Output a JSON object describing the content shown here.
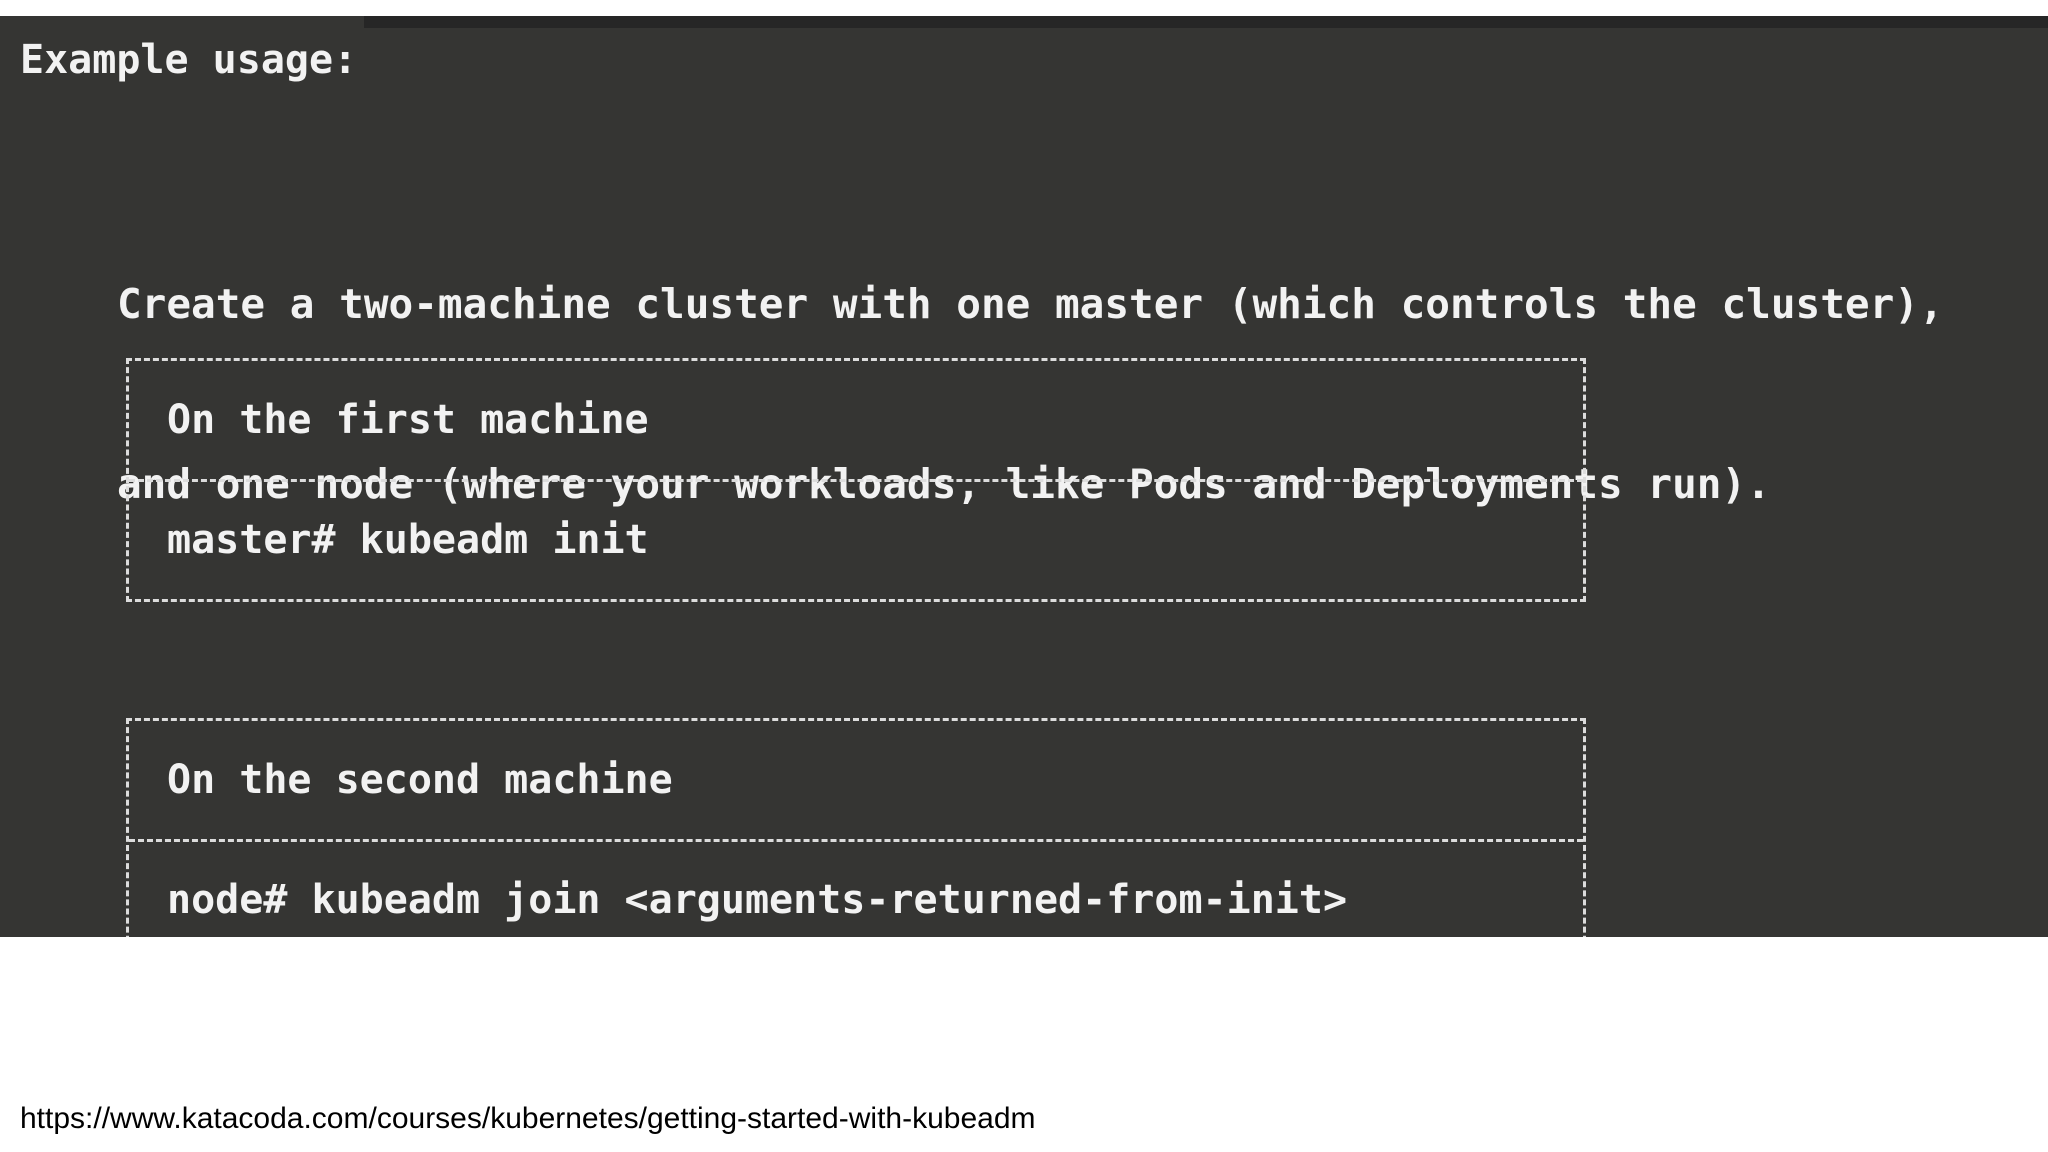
{
  "terminal": {
    "heading": "Example usage:",
    "description_line1": "Create a two-machine cluster with one master (which controls the cluster),",
    "description_line2": "and one node (where your workloads, like Pods and Deployments run).",
    "box1": {
      "title": "On the first machine",
      "command": "master# kubeadm init"
    },
    "box2": {
      "title": "On the second machine",
      "command": "node# kubeadm join <arguments-returned-from-init>"
    }
  },
  "footer": {
    "source_url": "https://www.katacoda.com/courses/kubernetes/getting-started-with-kubeadm"
  }
}
